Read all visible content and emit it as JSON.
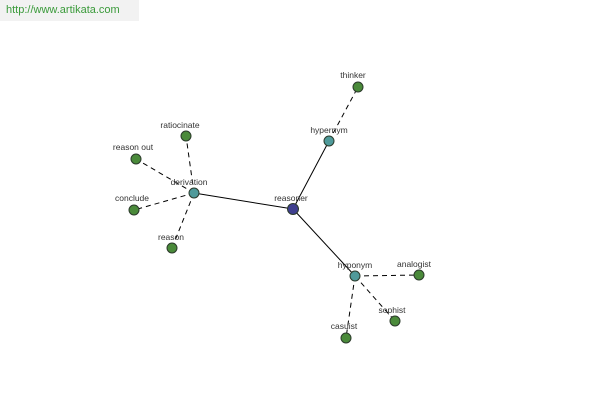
{
  "watermark": {
    "url": "http://www.artikata.com"
  },
  "colors": {
    "center": "#3f3f8f",
    "relation": "#4f9a9a",
    "leaf": "#4a8a3a"
  },
  "nodes": [
    {
      "id": "reasoner",
      "label": "reasoner",
      "kind": "center"
    },
    {
      "id": "derivation",
      "label": "derivation",
      "kind": "relation"
    },
    {
      "id": "hypernym",
      "label": "hypernym",
      "kind": "relation"
    },
    {
      "id": "hyponym",
      "label": "hyponym",
      "kind": "relation"
    },
    {
      "id": "thinker",
      "label": "thinker",
      "kind": "leaf"
    },
    {
      "id": "ratiocinate",
      "label": "ratiocinate",
      "kind": "leaf"
    },
    {
      "id": "reason_out",
      "label": "reason out",
      "kind": "leaf"
    },
    {
      "id": "conclude",
      "label": "conclude",
      "kind": "leaf"
    },
    {
      "id": "reason",
      "label": "reason",
      "kind": "leaf"
    },
    {
      "id": "analogist",
      "label": "analogist",
      "kind": "leaf"
    },
    {
      "id": "sophist",
      "label": "sophist",
      "kind": "leaf"
    },
    {
      "id": "casuist",
      "label": "casuist",
      "kind": "leaf"
    }
  ],
  "edges": [
    {
      "from": "reasoner",
      "to": "derivation",
      "style": "solid"
    },
    {
      "from": "reasoner",
      "to": "hypernym",
      "style": "solid"
    },
    {
      "from": "reasoner",
      "to": "hyponym",
      "style": "solid"
    },
    {
      "from": "hypernym",
      "to": "thinker",
      "style": "dashed"
    },
    {
      "from": "derivation",
      "to": "ratiocinate",
      "style": "dashed"
    },
    {
      "from": "derivation",
      "to": "reason_out",
      "style": "dashed"
    },
    {
      "from": "derivation",
      "to": "conclude",
      "style": "dashed"
    },
    {
      "from": "derivation",
      "to": "reason",
      "style": "dashed"
    },
    {
      "from": "hyponym",
      "to": "analogist",
      "style": "dashed"
    },
    {
      "from": "hyponym",
      "to": "sophist",
      "style": "dashed"
    },
    {
      "from": "hyponym",
      "to": "casuist",
      "style": "dashed"
    }
  ]
}
